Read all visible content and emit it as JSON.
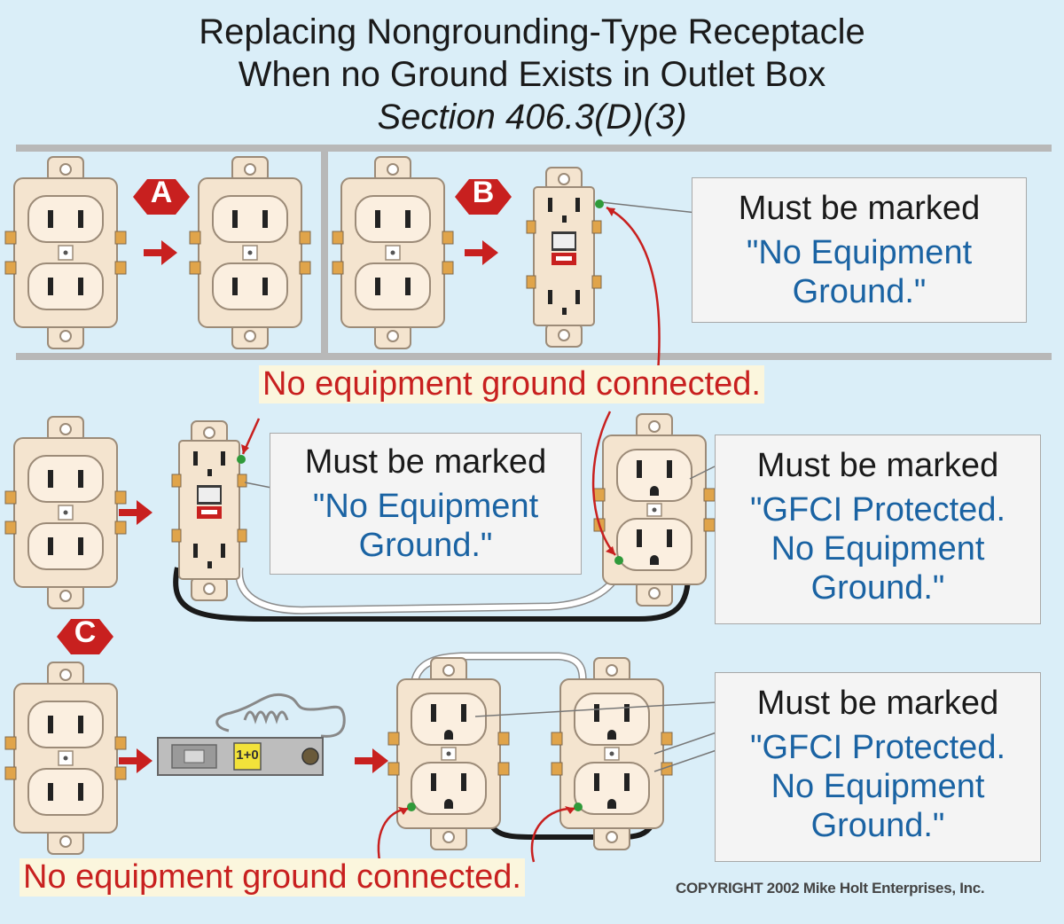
{
  "title": {
    "line1": "Replacing Nongrounding-Type Receptacle",
    "line2": "When no Ground Exists in Outlet Box",
    "line3": "Section 406.3(D)(3)"
  },
  "markers": [
    "A",
    "B",
    "C"
  ],
  "labels": {
    "b_box": {
      "heading": "Must be marked",
      "line1": "\"No Equipment",
      "line2": "Ground.\""
    },
    "c1_left_box": {
      "heading": "Must be marked",
      "line1": "\"No Equipment",
      "line2": "Ground.\""
    },
    "c1_right_box": {
      "heading": "Must be marked",
      "line1": "\"GFCI Protected.",
      "line2": "No Equipment",
      "line3": "Ground.\""
    },
    "c2_right_box": {
      "heading": "Must be marked",
      "line1": "\"GFCI Protected.",
      "line2": "No Equipment",
      "line3": "Ground.\""
    }
  },
  "notes": {
    "top": "No equipment ground connected.",
    "bottom": "No equipment ground connected."
  },
  "breaker_label": "1+0",
  "copyright": "COPYRIGHT 2002  Mike Holt Enterprises, Inc.",
  "colors": {
    "background": "#daeef8",
    "receptacle": "#f4e4cf",
    "marker": "#c8201f",
    "note_text": "#c8201f",
    "label_text": "#1a63a3"
  }
}
